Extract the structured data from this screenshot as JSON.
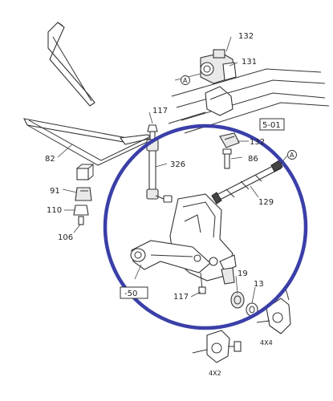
{
  "colors": {
    "highlight_circle": "#3a3fa8",
    "line": "#333333",
    "background": "#ffffff"
  },
  "part_numbers": {
    "p132": "132",
    "p131": "131",
    "p117_top": "117",
    "p82": "82",
    "p326": "326",
    "p132_bracket": "132",
    "p86": "86",
    "p129": "129",
    "p91": "91",
    "p110": "110",
    "p106": "106",
    "p19": "19",
    "p13": "13",
    "p117_bottom": "117"
  },
  "reference_boxes": {
    "box_501": "5-01",
    "box_50": "-50"
  },
  "reference_markers": {
    "marker_a1": "A",
    "marker_a2": "A"
  },
  "drive_labels": {
    "label_4x4": "4X4",
    "label_4x2": "4X2"
  }
}
